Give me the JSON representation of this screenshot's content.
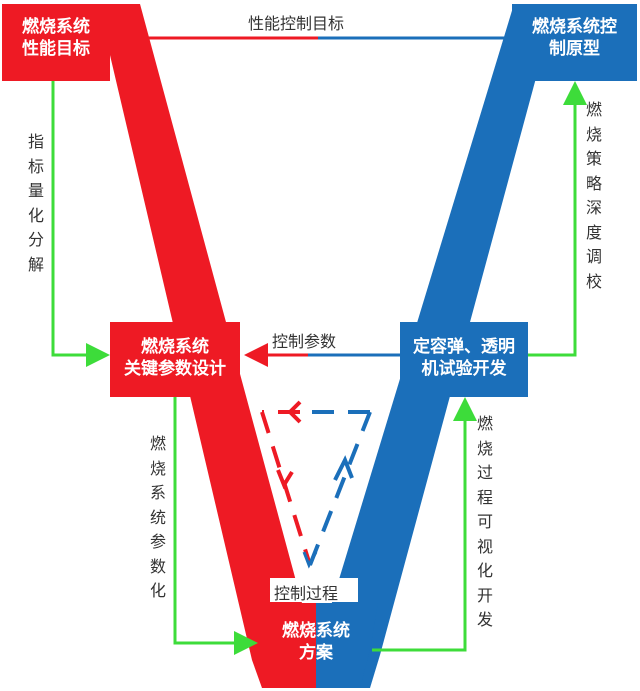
{
  "colors": {
    "red": "#ee1a24",
    "blue": "#1b6fba",
    "green": "#3ddc3a",
    "text": "#333333"
  },
  "boxes": {
    "top_left": {
      "line1": "燃烧系统",
      "line2": "性能目标"
    },
    "top_right": {
      "line1": "燃烧系统控",
      "line2": "制原型"
    },
    "mid_left": {
      "line1": "燃烧系统",
      "line2": "关键参数设计"
    },
    "mid_right": {
      "line1": "定容弹、透明",
      "line2": "机试验开发"
    },
    "bottom": {
      "line1_left": "燃烧",
      "line1_right": "系统",
      "line2": "方案"
    }
  },
  "arrows": {
    "top": "性能控制目标",
    "middle": "控制参数",
    "bottom": "控制过程"
  },
  "side_labels": {
    "left_upper": "指标量化分解",
    "left_lower": "燃烧系统参数化",
    "right_upper": "燃烧策略深度调校",
    "right_lower": "燃烧过程可视化开发"
  }
}
